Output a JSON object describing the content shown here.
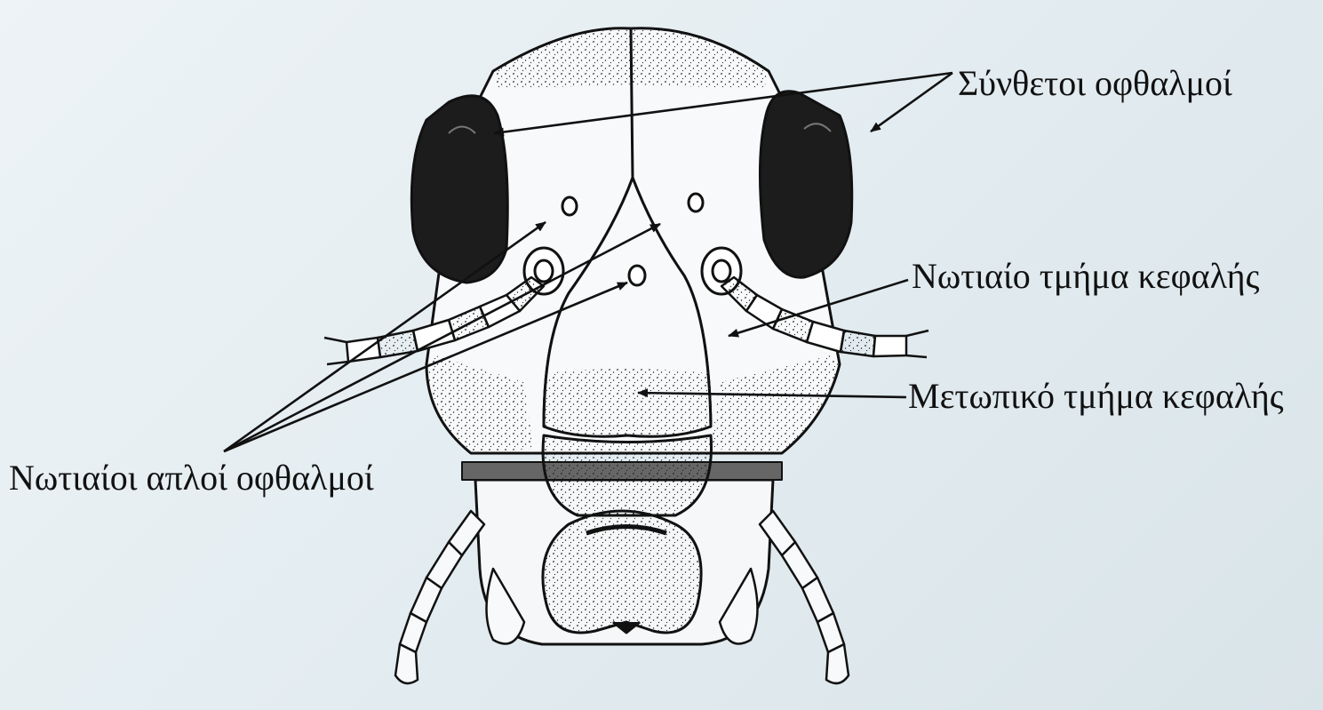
{
  "labels": {
    "compound_eyes": "Σύνθετοι οφθαλμοί",
    "vertex": "Νωτιαίο τμήμα κεφαλής",
    "frons": "Μετωπικό τμήμα κεφαλής",
    "ocelli": "Νωτιαίοι απλοί οφθαλμοί"
  }
}
